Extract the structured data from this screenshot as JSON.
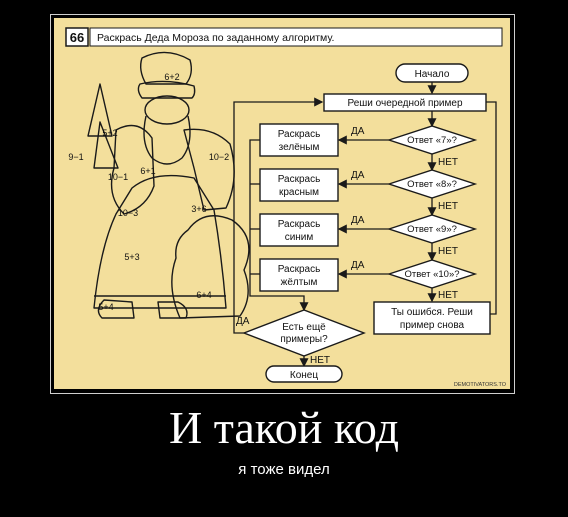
{
  "poster": {
    "title": "И такой код",
    "subtitle": "я тоже видел",
    "watermark": "DEMOTIVATORS.TO",
    "colors": {
      "background": "#000000",
      "frame": "#cfcfcf",
      "paper": "#f3df9c",
      "line": "#1a1a1a"
    }
  },
  "page": {
    "task_number": "66",
    "task_text": "Раскрась Деда Мороза по заданному алгоритму."
  },
  "santa": {
    "regions": [
      "6+2",
      "5+2",
      "9−1",
      "10−2",
      "10−1",
      "6+1",
      "3+6",
      "10−3",
      "5+3",
      "6+4",
      "5+4"
    ]
  },
  "flowchart": {
    "start": "Начало",
    "next_example": "Реши очередной пример",
    "checks": [
      "Ответ «7»?",
      "Ответ «8»?",
      "Ответ «9»?",
      "Ответ «10»?"
    ],
    "actions": [
      [
        "Раскрась",
        "зелёным"
      ],
      [
        "Раскрась",
        "красным"
      ],
      [
        "Раскрась",
        "синим"
      ],
      [
        "Раскрась",
        "жёлтым"
      ]
    ],
    "yes": "ДА",
    "no": "НЕТ",
    "error": [
      "Ты ошибся. Реши",
      "пример снова"
    ],
    "more_examples": [
      "Есть ещё",
      "примеры?"
    ],
    "end": "Конец"
  }
}
